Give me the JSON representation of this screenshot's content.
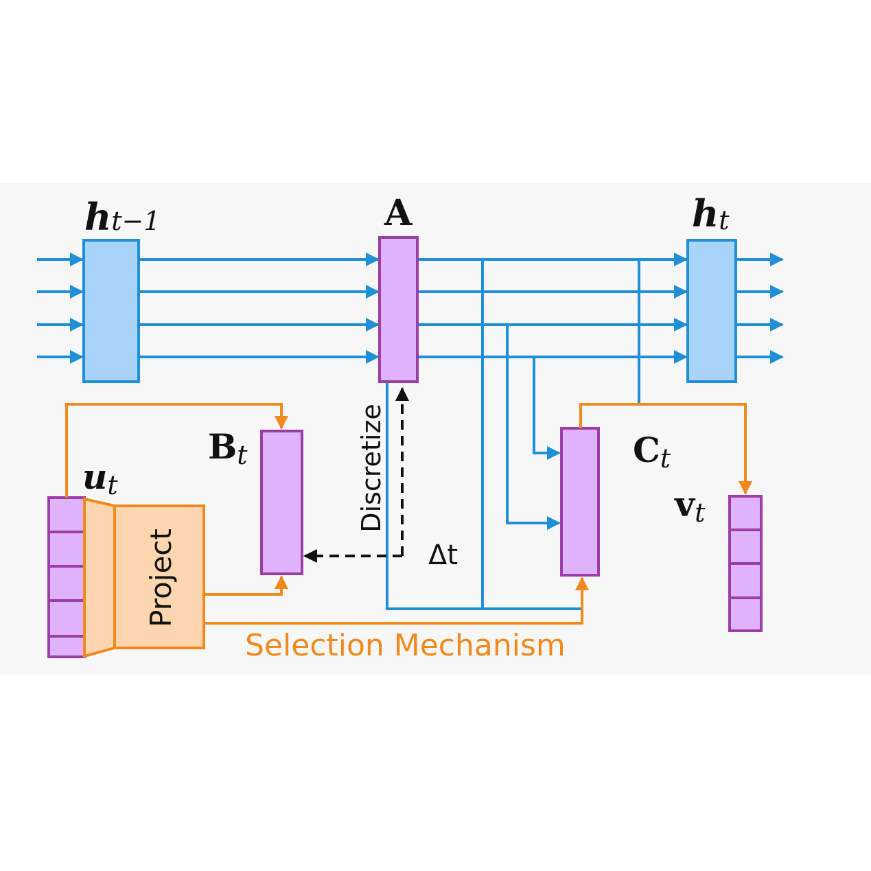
{
  "labels": {
    "h_prev": {
      "main": "h",
      "sub": "t−1"
    },
    "A": {
      "main": "A"
    },
    "h_t": {
      "main": "h",
      "sub": "t"
    },
    "B_t": {
      "main": "B",
      "sub": "t"
    },
    "C_t": {
      "main": "C",
      "sub": "t"
    },
    "u_t": {
      "main": "u",
      "sub": "t"
    },
    "v_t": {
      "main": "v",
      "sub": "t"
    }
  },
  "project_label": "Project",
  "discretize_label": "Discretize",
  "delta_label": "Δt",
  "selection_label": "Selection Mechanism",
  "colors": {
    "blue_line": "#1f8fd8",
    "blue_fill": "#a8d4fa",
    "purple_fill": "#deb3fa",
    "purple_stroke": "#9d3ea7",
    "orange": "#f08a1e",
    "orange_fill": "#fdd6b0"
  }
}
